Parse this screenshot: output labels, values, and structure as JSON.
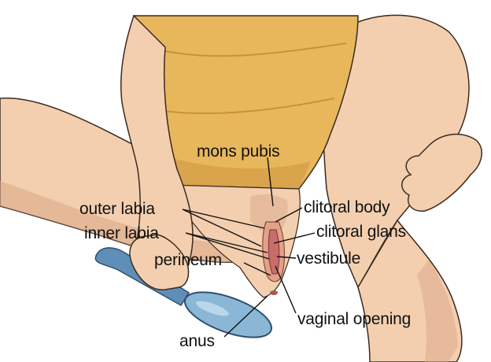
{
  "labels": {
    "mons_pubis": "mons pubis",
    "outer_labia": "outer labia",
    "inner_labia": "inner labia",
    "perineum": "perineum",
    "clitoral_body": "clitoral body",
    "clitoral_glans": "clitoral glans",
    "vestibule": "vestibule",
    "vaginal_opening": "vaginal opening",
    "anus": "anus"
  },
  "colors": {
    "skin": "#f3cfb0",
    "skin_shadow": "#d9a585",
    "shirt": "#e8b75c",
    "shirt_shadow": "#c9923a",
    "mirror": "#8ab7d6",
    "mirror_handle": "#5f8fb8",
    "outline": "#3b2a20",
    "label_text": "#111111"
  }
}
